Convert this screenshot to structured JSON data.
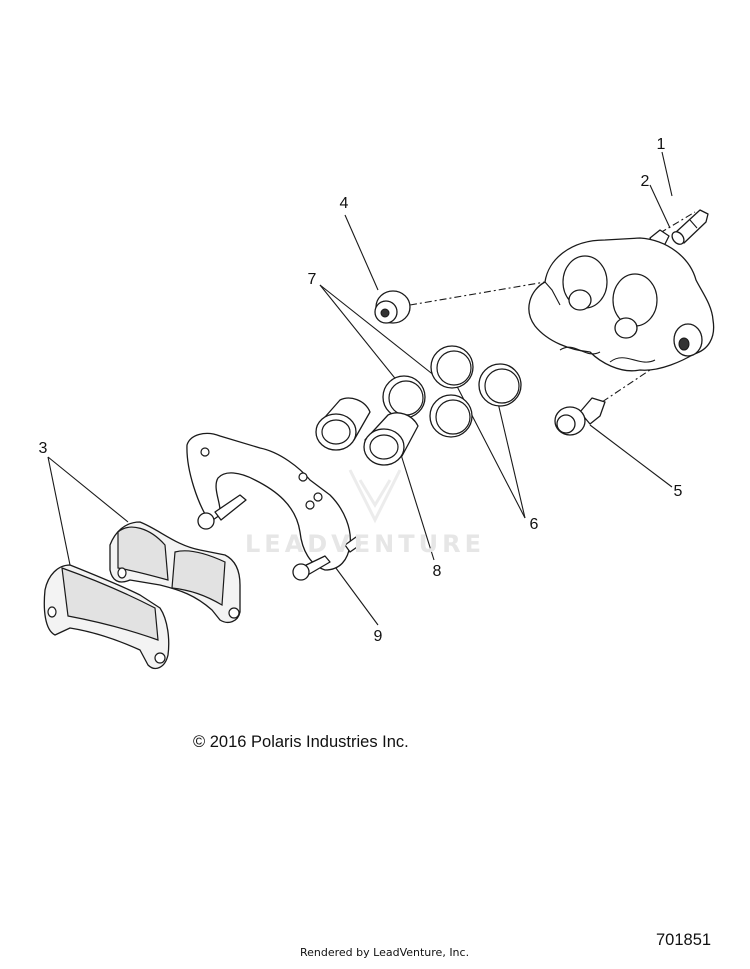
{
  "diagram": {
    "callouts": [
      {
        "id": "1",
        "label": "1"
      },
      {
        "id": "2",
        "label": "2"
      },
      {
        "id": "3",
        "label": "3"
      },
      {
        "id": "4",
        "label": "4"
      },
      {
        "id": "5",
        "label": "5"
      },
      {
        "id": "6",
        "label": "6"
      },
      {
        "id": "7",
        "label": "7"
      },
      {
        "id": "8",
        "label": "8"
      },
      {
        "id": "9",
        "label": "9"
      }
    ],
    "watermark": "LEADVENTURE",
    "copyright": "© 2016 Polaris Industries Inc.",
    "rendered_by": "Rendered by LeadVenture, Inc.",
    "document_number": "701851"
  }
}
